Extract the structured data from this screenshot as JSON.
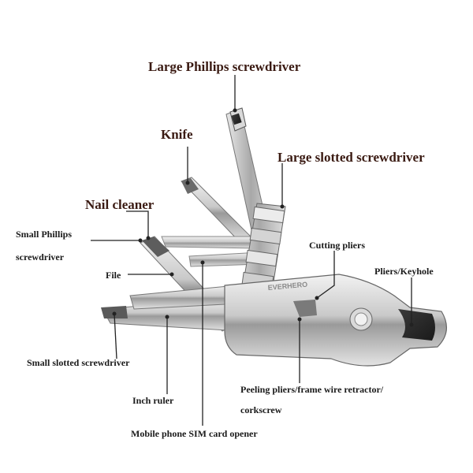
{
  "diagram": {
    "labels": {
      "large_phillips": "Large Phillips screwdriver",
      "knife": "Knife",
      "large_slotted": "Large slotted screwdriver",
      "nail_cleaner": "Nail cleaner",
      "small_phillips_line1": "Small Phillips",
      "small_phillips_line2": "screwdriver",
      "cutting_pliers": "Cutting pliers",
      "file": "File",
      "pliers_keyhole": "Pliers/Keyhole",
      "small_slotted": "Small slotted screwdriver",
      "peeling_line1": "Peeling pliers/frame wire retractor/",
      "peeling_line2": "corkscrew",
      "inch_ruler": "Inch ruler",
      "sim_opener": "Mobile phone SIM card opener"
    },
    "brand_text": "EVERHERO",
    "colors": {
      "label_big": "#3a1a12",
      "label_small": "#1a1a1a",
      "leader": "#222222",
      "metal_light": "#e6e6e6",
      "metal_dark": "#6f6f6f"
    }
  }
}
